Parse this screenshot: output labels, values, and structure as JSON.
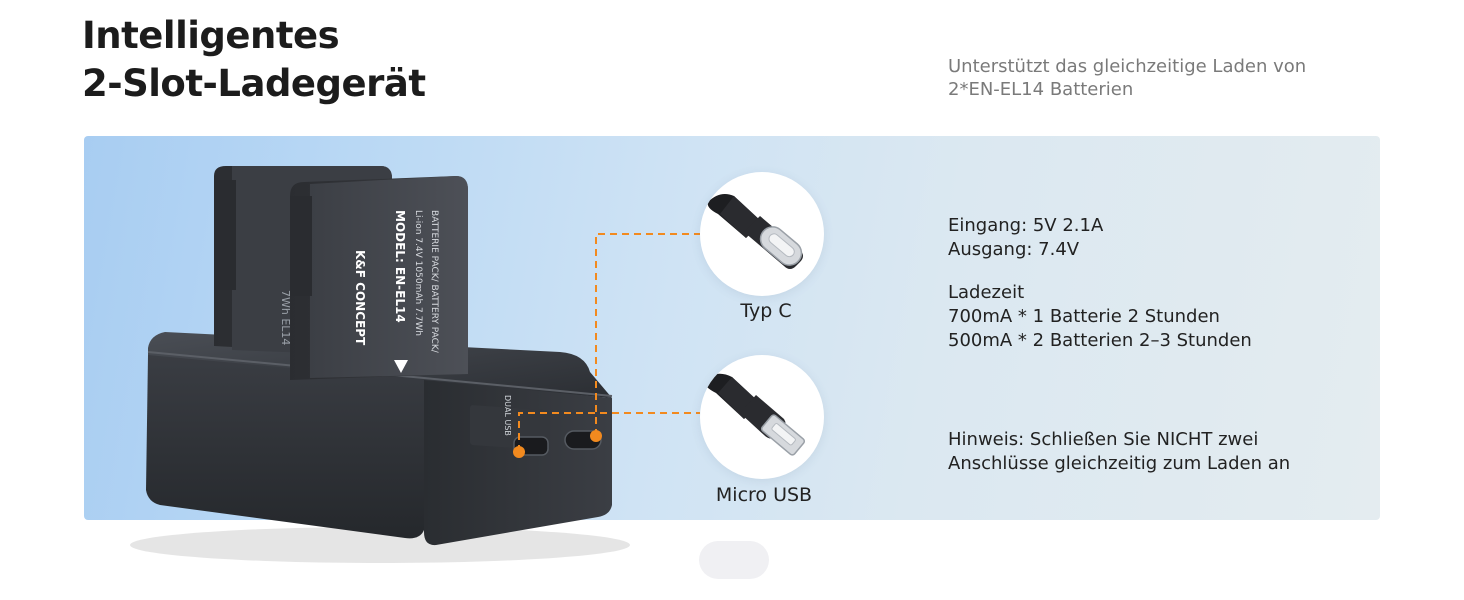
{
  "header": {
    "title_line1": "Intelligentes",
    "title_line2": "2-Slot-Ladegerät",
    "subtitle_line1": "Unterstützt das gleichzeitige Laden von",
    "subtitle_line2": "2*EN-EL14 Batterien"
  },
  "product": {
    "battery_brand": "K&F CONCEPT",
    "battery_model": "MODEL: EN-EL14",
    "battery_spec": "Li-ion 7.4V 1050mAh 7.7Wh",
    "battery_pack": "BATTERIE PACK/ BATTERY PACK/",
    "accent_color": "#f28a1f",
    "charger_color": "#2f3237"
  },
  "ports": {
    "typc_label": "Typ C",
    "micro_label": "Micro USB"
  },
  "specs": {
    "input": "Eingang: 5V 2.1A",
    "output": "Ausgang: 7.4V",
    "charge_title": "Ladezeit",
    "charge_line1": "700mA * 1 Batterie 2 Stunden",
    "charge_line2": "500mA * 2 Batterien 2–3 Stunden",
    "note_line1": "Hinweis: Schließen Sie NICHT zwei",
    "note_line2": "Anschlüsse gleichzeitig zum Laden an"
  },
  "carousel": {
    "icon": "pagination-dot-icon"
  }
}
